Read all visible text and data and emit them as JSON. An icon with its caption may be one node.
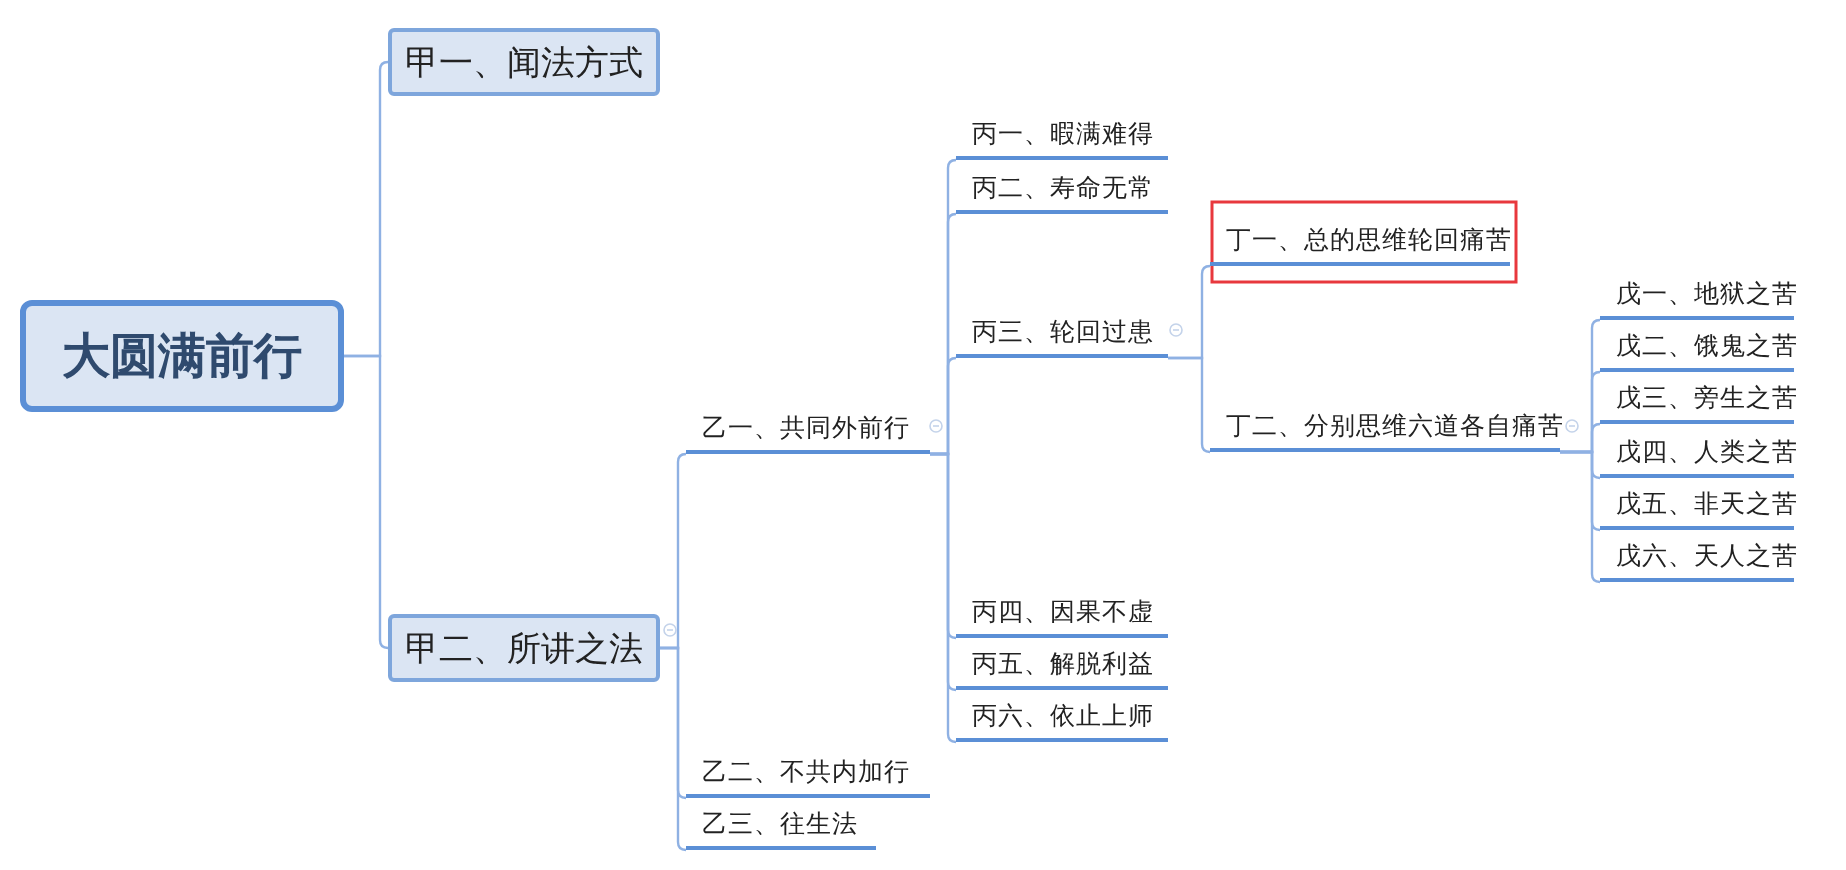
{
  "diagram": {
    "nodes": [
      {
        "text": [
          "大圆满前行"
        ]
      },
      {
        "text": [
          "甲一、闻法方式"
        ]
      },
      {
        "text": [
          "甲二、所讲之法"
        ]
      },
      {
        "text": [
          "乙一、共同外前行"
        ]
      },
      {
        "text": [
          "乙二、不共内加行"
        ]
      },
      {
        "text": [
          "乙三、往生法"
        ]
      },
      {
        "text": [
          "丙一、暇满难得"
        ]
      },
      {
        "text": [
          "丙二、寿命无常"
        ]
      },
      {
        "text": [
          "丙三、轮回过患"
        ]
      },
      {
        "text": [
          "丙四、因果不虚"
        ]
      },
      {
        "text": [
          "丙五、解脱利益"
        ]
      },
      {
        "text": [
          "丙六、依止上师"
        ]
      },
      {
        "text": [
          "丁一、总的思维轮回痛苦"
        ]
      },
      {
        "text": [
          "丁二、分别思维六道各自痛苦"
        ]
      },
      {
        "text": [
          "戊一、地狱之苦"
        ]
      },
      {
        "text": [
          "戊二、饿鬼之苦"
        ]
      },
      {
        "text": [
          "戊三、旁生之苦"
        ]
      },
      {
        "text": [
          "戊四、人类之苦"
        ]
      },
      {
        "text": [
          "戊五、非天之苦"
        ]
      },
      {
        "text": [
          "戊六、天人之苦"
        ]
      }
    ],
    "edges": [
      {
        "from": 0,
        "to": 1,
        "arrow": "none"
      },
      {
        "from": 0,
        "to": 2,
        "arrow": "none"
      },
      {
        "from": 2,
        "to": 3,
        "arrow": "none"
      },
      {
        "from": 2,
        "to": 4,
        "arrow": "none"
      },
      {
        "from": 2,
        "to": 5,
        "arrow": "none"
      },
      {
        "from": 3,
        "to": 6,
        "arrow": "none"
      },
      {
        "from": 3,
        "to": 7,
        "arrow": "none"
      },
      {
        "from": 3,
        "to": 8,
        "arrow": "none"
      },
      {
        "from": 3,
        "to": 9,
        "arrow": "none"
      },
      {
        "from": 3,
        "to": 10,
        "arrow": "none"
      },
      {
        "from": 3,
        "to": 11,
        "arrow": "none"
      },
      {
        "from": 8,
        "to": 12,
        "arrow": "none"
      },
      {
        "from": 8,
        "to": 13,
        "arrow": "none"
      },
      {
        "from": 13,
        "to": 14,
        "arrow": "none"
      },
      {
        "from": 13,
        "to": 15,
        "arrow": "none"
      },
      {
        "from": 13,
        "to": 16,
        "arrow": "none"
      },
      {
        "from": 13,
        "to": 17,
        "arrow": "none"
      },
      {
        "from": 13,
        "to": 18,
        "arrow": "none"
      },
      {
        "from": 13,
        "to": 19,
        "arrow": "none"
      }
    ]
  }
}
